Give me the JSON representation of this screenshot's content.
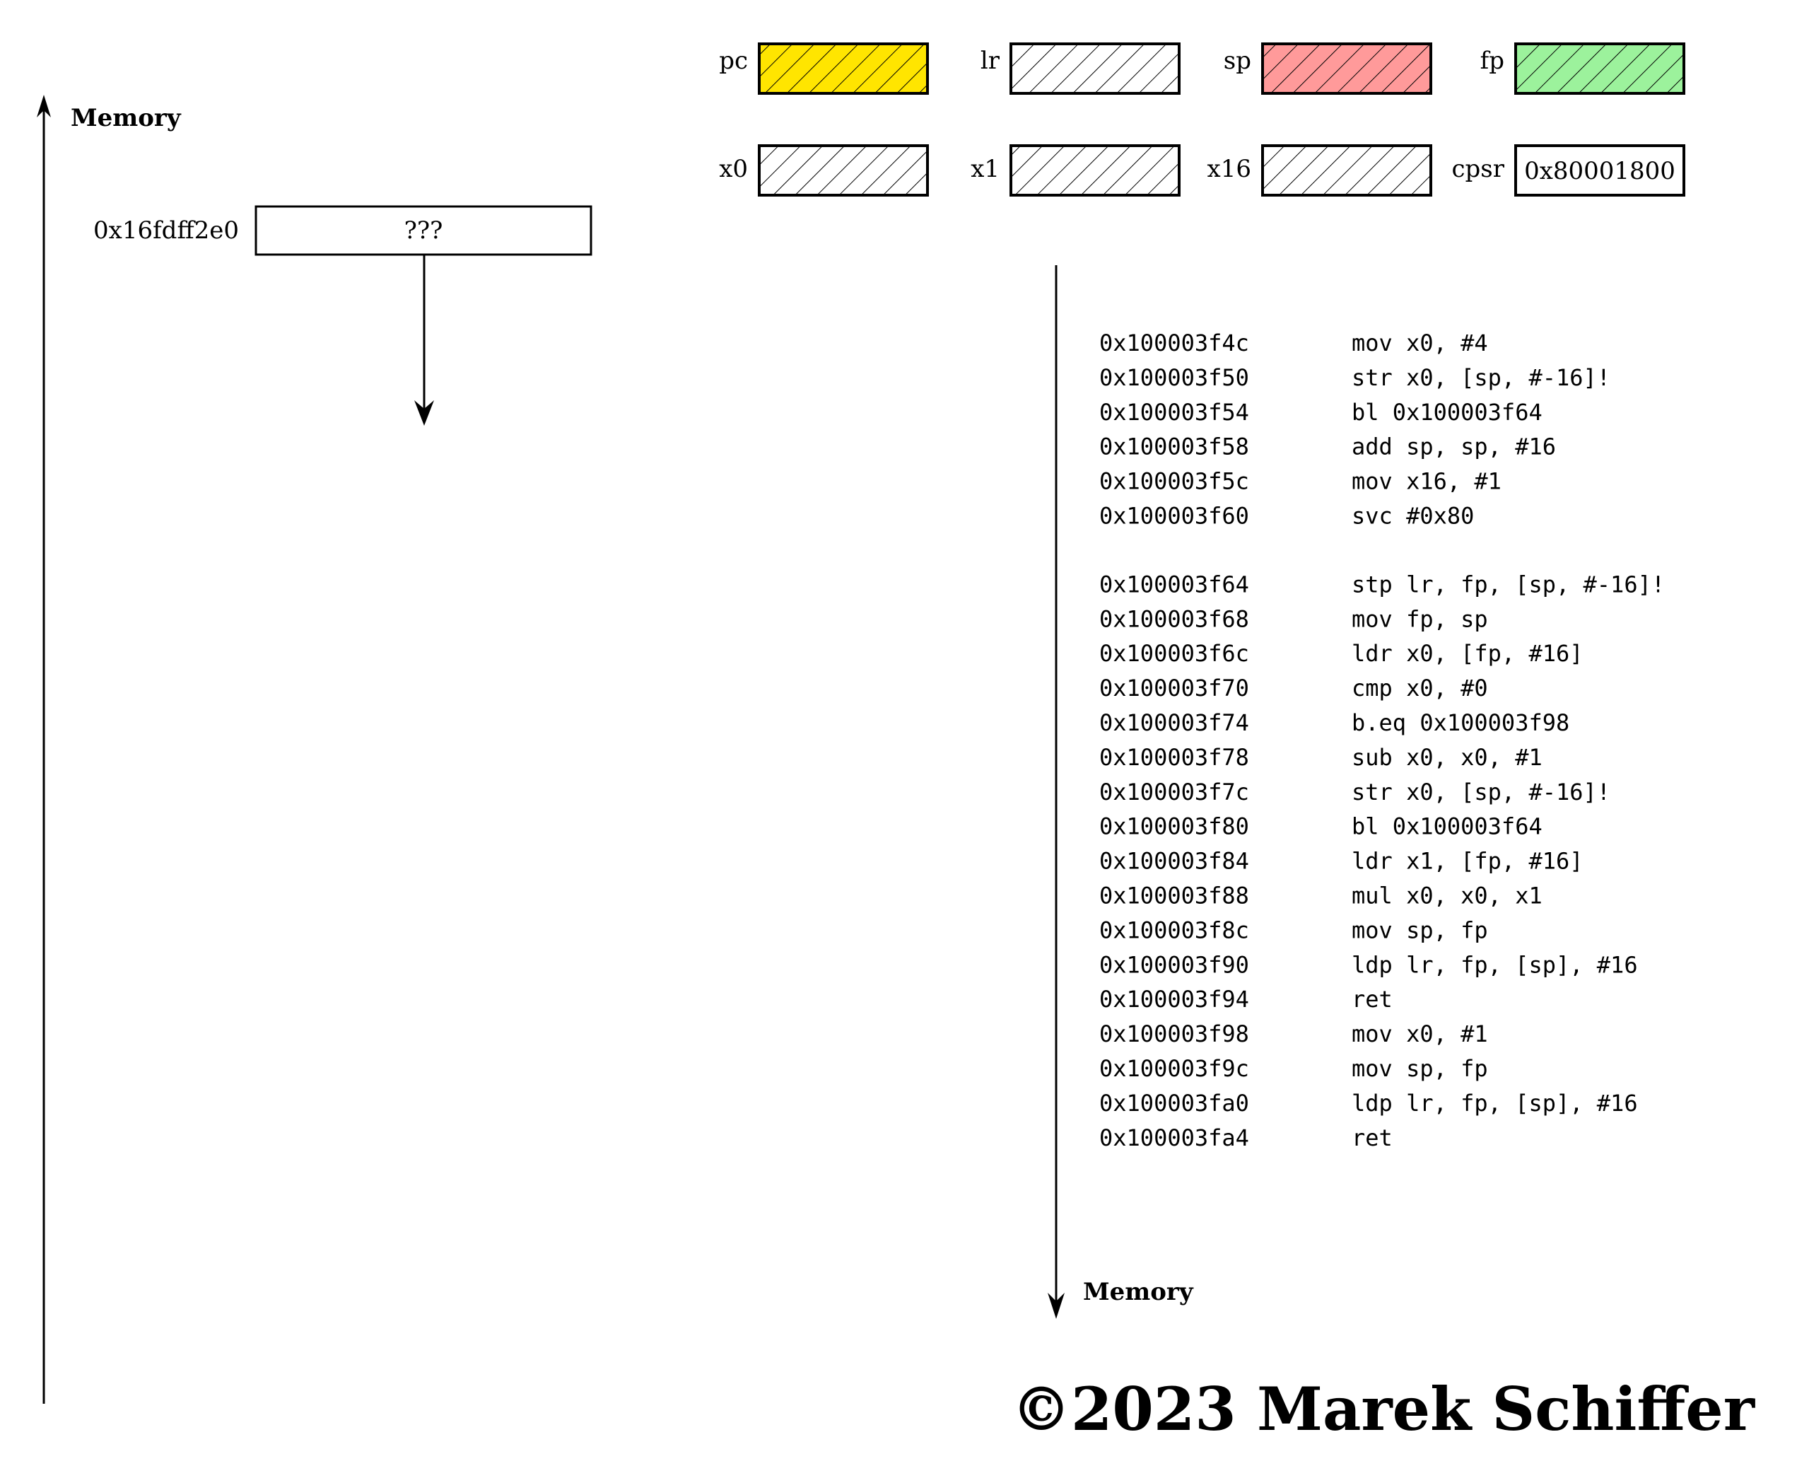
{
  "memory_axis_label": "Memory",
  "code_axis_label": "Memory",
  "stack": {
    "cells": [
      {
        "address": "0x16fdff2e0",
        "value": "???"
      }
    ]
  },
  "registers": [
    {
      "name": "pc",
      "fill": "#ffe500",
      "hatched": true,
      "value": ""
    },
    {
      "name": "lr",
      "fill": "#ffffff",
      "hatched": true,
      "value": ""
    },
    {
      "name": "sp",
      "fill": "#ff9a9a",
      "hatched": true,
      "value": ""
    },
    {
      "name": "fp",
      "fill": "#9cf29c",
      "hatched": true,
      "value": ""
    },
    {
      "name": "x0",
      "fill": "#ffffff",
      "hatched": true,
      "value": ""
    },
    {
      "name": "x1",
      "fill": "#ffffff",
      "hatched": true,
      "value": ""
    },
    {
      "name": "x16",
      "fill": "#ffffff",
      "hatched": true,
      "value": ""
    },
    {
      "name": "cpsr",
      "fill": "#ffffff",
      "hatched": false,
      "value": "0x80001800"
    }
  ],
  "instructions": [
    {
      "address": "0x100003f4c",
      "asm": "mov x0, #4"
    },
    {
      "address": "0x100003f50",
      "asm": "str x0, [sp, #-16]!"
    },
    {
      "address": "0x100003f54",
      "asm": "bl 0x100003f64"
    },
    {
      "address": "0x100003f58",
      "asm": "add sp, sp, #16"
    },
    {
      "address": "0x100003f5c",
      "asm": "mov x16, #1"
    },
    {
      "address": "0x100003f60",
      "asm": "svc #0x80"
    },
    {
      "address": "0x100003f64",
      "asm": "stp lr, fp, [sp, #-16]!"
    },
    {
      "address": "0x100003f68",
      "asm": "mov fp, sp"
    },
    {
      "address": "0x100003f6c",
      "asm": "ldr x0, [fp, #16]"
    },
    {
      "address": "0x100003f70",
      "asm": "cmp x0, #0"
    },
    {
      "address": "0x100003f74",
      "asm": "b.eq 0x100003f98"
    },
    {
      "address": "0x100003f78",
      "asm": "sub x0, x0, #1"
    },
    {
      "address": "0x100003f7c",
      "asm": "str x0, [sp, #-16]!"
    },
    {
      "address": "0x100003f80",
      "asm": "bl 0x100003f64"
    },
    {
      "address": "0x100003f84",
      "asm": "ldr x1, [fp, #16]"
    },
    {
      "address": "0x100003f88",
      "asm": "mul x0, x0, x1"
    },
    {
      "address": "0x100003f8c",
      "asm": "mov sp, fp"
    },
    {
      "address": "0x100003f90",
      "asm": "ldp lr, fp, [sp], #16"
    },
    {
      "address": "0x100003f94",
      "asm": "ret"
    },
    {
      "address": "0x100003f98",
      "asm": "mov x0, #1"
    },
    {
      "address": "0x100003f9c",
      "asm": "mov sp, fp"
    },
    {
      "address": "0x100003fa0",
      "asm": "ldp lr, fp, [sp], #16"
    },
    {
      "address": "0x100003fa4",
      "asm": "ret"
    }
  ],
  "copyright": "©2023 Marek Schiffer"
}
